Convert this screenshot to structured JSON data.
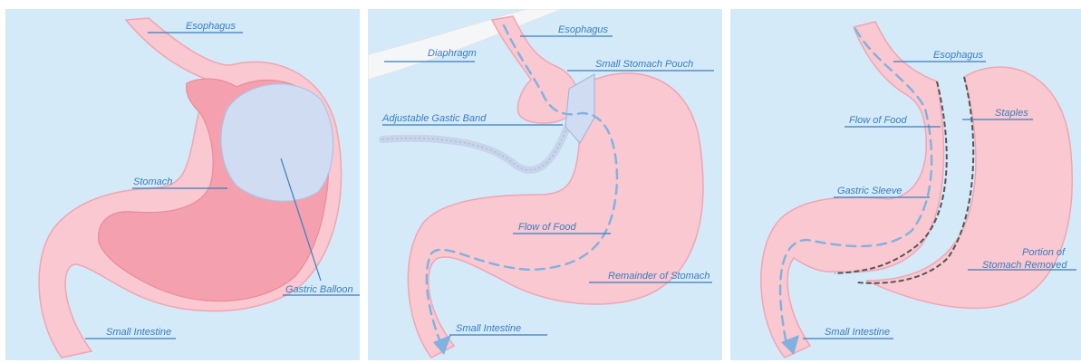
{
  "panels": [
    {
      "labels": {
        "esophagus": "Esophagus",
        "stomach": "Stomach",
        "gastric_balloon": "Gastric Balloon",
        "small_intestine": "Small Intestine"
      }
    },
    {
      "labels": {
        "diaphragm": "Diaphragm",
        "esophagus": "Esophagus",
        "small_stomach_pouch": "Small Stomach Pouch",
        "adjustable_band": "Adjustable Gastic Band",
        "flow_of_food": "Flow of Food",
        "remainder": "Remainder of Stomach",
        "small_intestine": "Small Intestine"
      }
    },
    {
      "labels": {
        "esophagus": "Esophagus",
        "flow_of_food": "Flow of Food",
        "staples": "Staples",
        "gastric_sleeve": "Gastric Sleeve",
        "portion_removed_1": "Portion of",
        "portion_removed_2": "Stomach Removed",
        "small_intestine": "Small Intestine"
      }
    }
  ],
  "colors": {
    "background": "#d4eaf8",
    "tissue": "#f9c8d0",
    "tissue_dark": "#f4a0ae",
    "balloon": "#cfdcf2",
    "label": "#3a7dbe",
    "flow": "#7fb2e0"
  }
}
